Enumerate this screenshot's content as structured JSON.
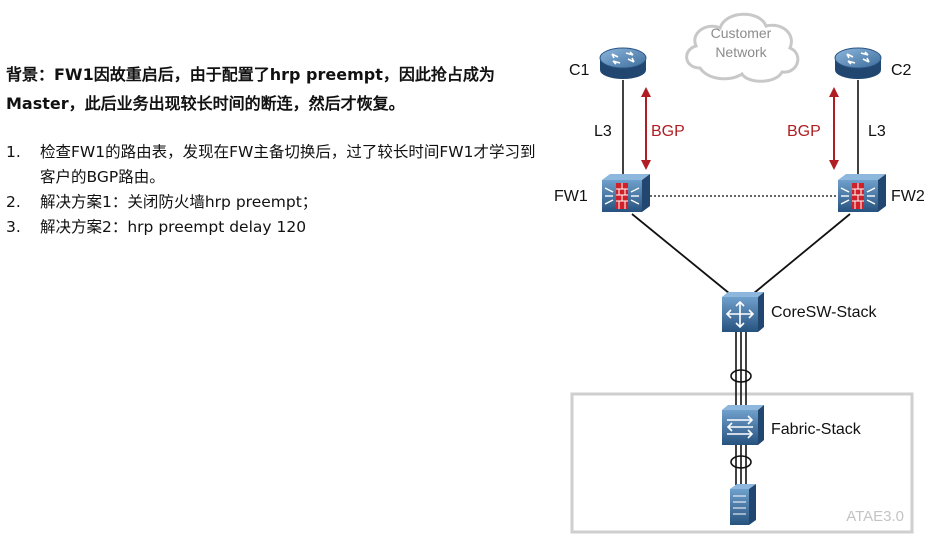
{
  "background": {
    "title": "背景：FW1因故重启后，由于配置了hrp preempt，因此抢占成为Master，此后业务出现较长时间的断连，然后才恢复。"
  },
  "steps": [
    {
      "num": "1.",
      "text": "检查FW1的路由表，发现在FW主备切换后，过了较长时间FW1才学习到客户的BGP路由。"
    },
    {
      "num": "2.",
      "text": "解决方案1：关闭防火墙hrp preempt；"
    },
    {
      "num": "3.",
      "text": "解决方案2：hrp preempt delay 120"
    }
  ],
  "diagram": {
    "cloud": {
      "line1": "Customer",
      "line2": "Network"
    },
    "routers": {
      "c1": "C1",
      "c2": "C2"
    },
    "firewalls": {
      "fw1": "FW1",
      "fw2": "FW2"
    },
    "links": {
      "l3_left": "L3",
      "l3_right": "L3",
      "bgp_left": "BGP",
      "bgp_right": "BGP"
    },
    "core": "CoreSW-Stack",
    "fabric": "Fabric-Stack",
    "region": "ATAE3.0",
    "colors": {
      "device_blue": "#3f6f9e",
      "device_dark": "#21466f",
      "bgp_red": "#b01e23",
      "firewall_red": "#d0202a",
      "region_border": "#cfcfcf"
    }
  }
}
